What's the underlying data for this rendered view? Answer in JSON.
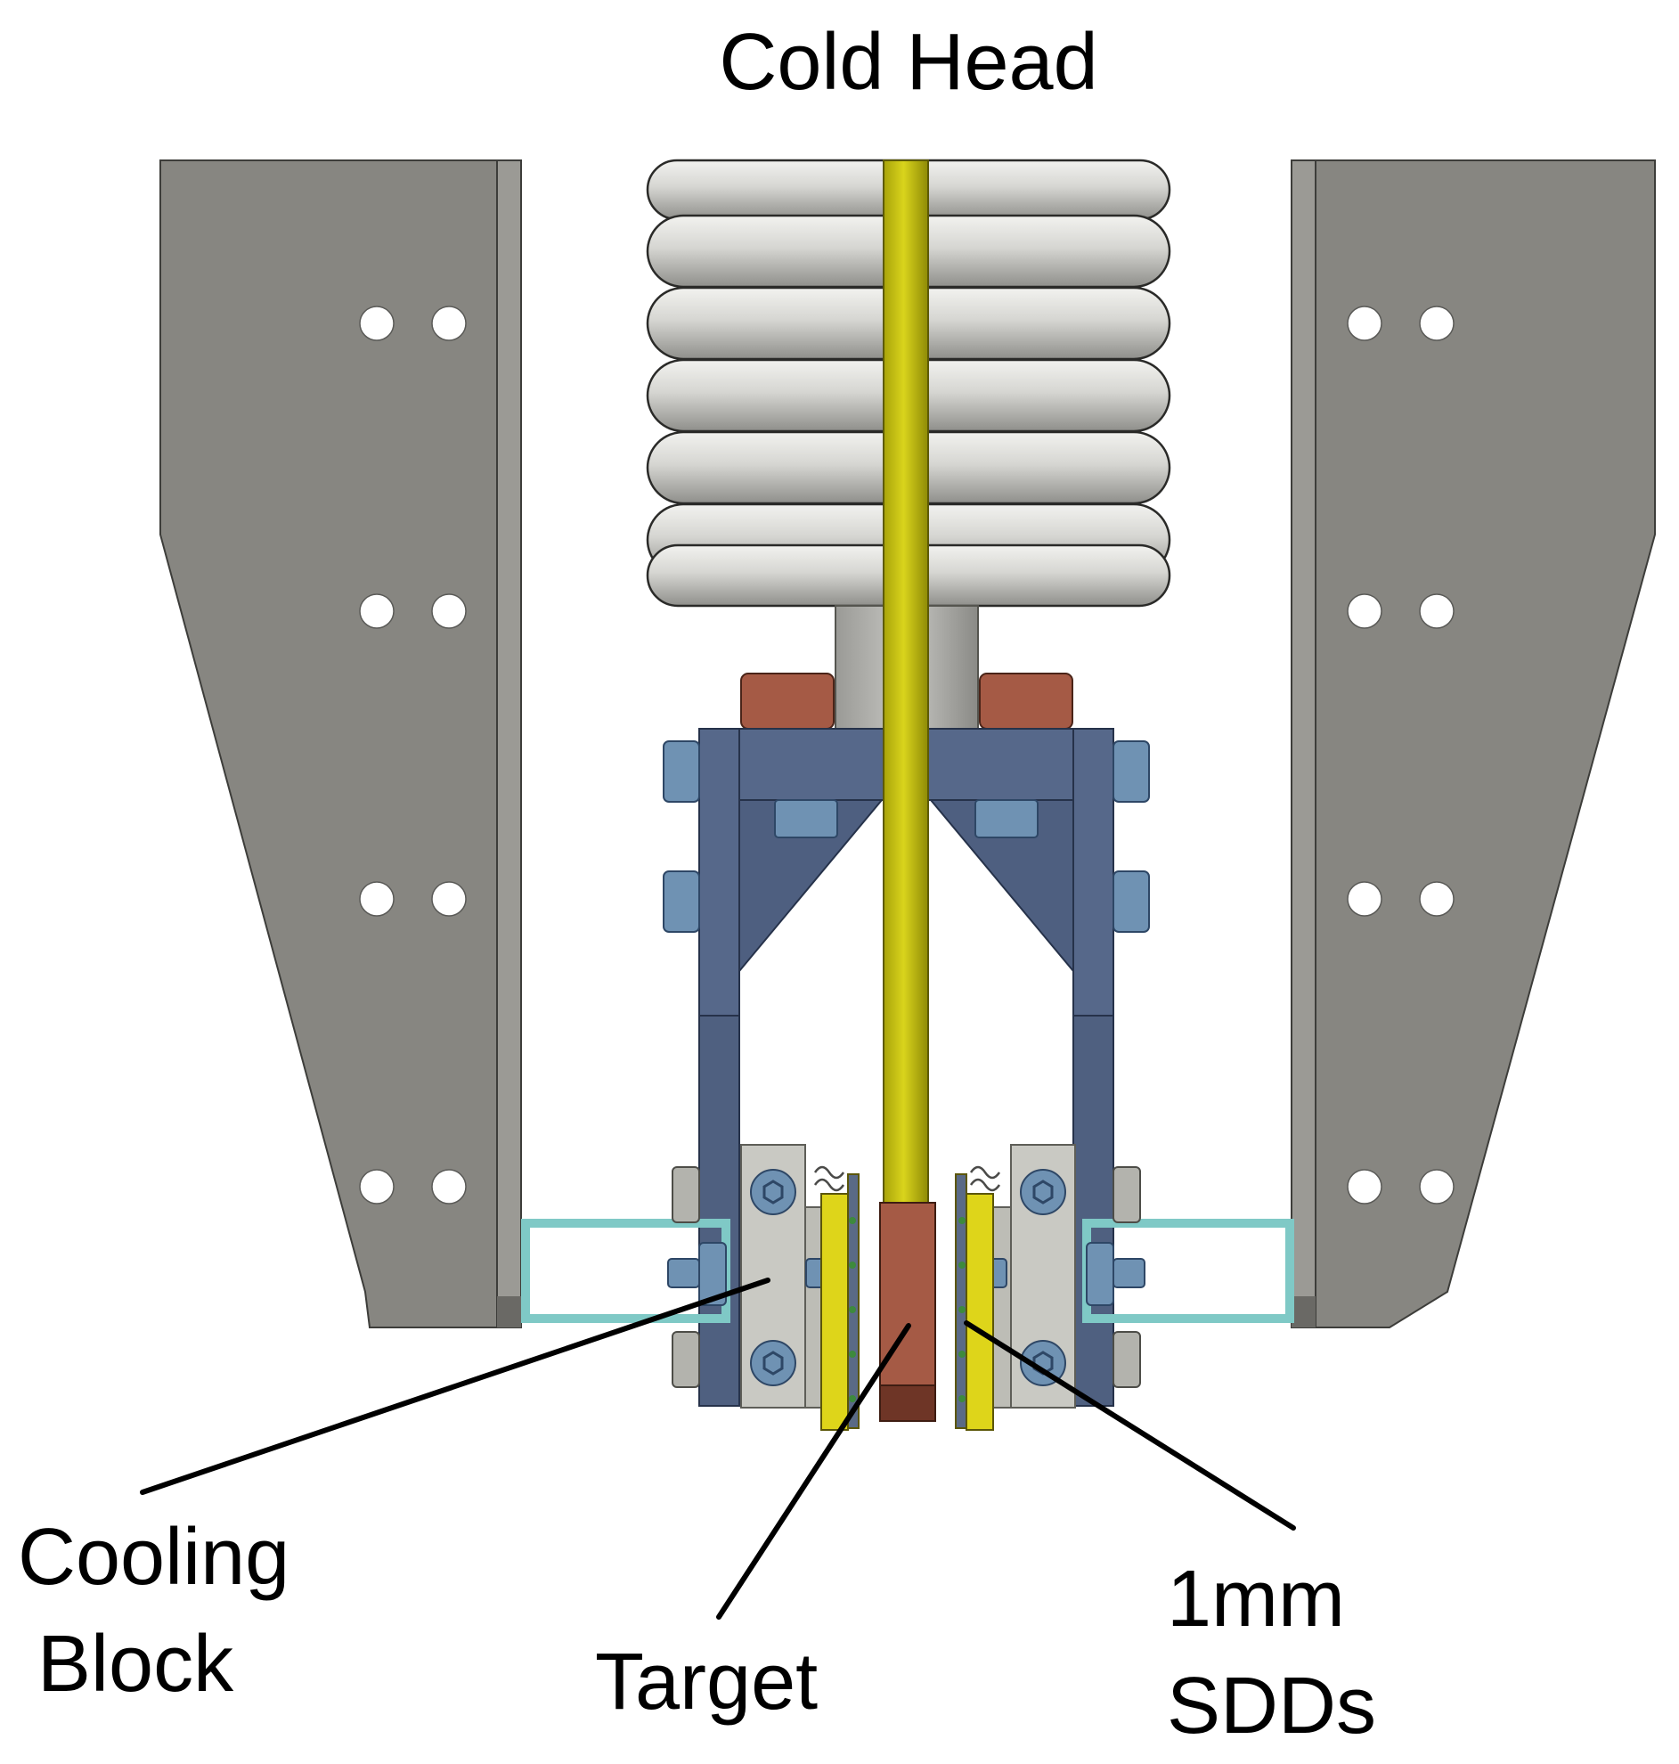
{
  "labels": {
    "cold_head": "Cold Head",
    "cooling_block_line1": "Cooling",
    "cooling_block_line2": "Block",
    "target": "Target",
    "sdd_line1": "1mm",
    "sdd_line2": "SDDs"
  },
  "colors": {
    "background": "#ffffff",
    "plate": "#878681",
    "coil": "#d3d3cf",
    "rod": "#c9c411",
    "bracket": "#56688a",
    "bolt": "#6f92b3",
    "copper": "#a55a45",
    "cooling_block": "#c9c9c3",
    "frame": "#7fc9c6",
    "sdd": "#ded51a",
    "leader_line": "#000000"
  }
}
